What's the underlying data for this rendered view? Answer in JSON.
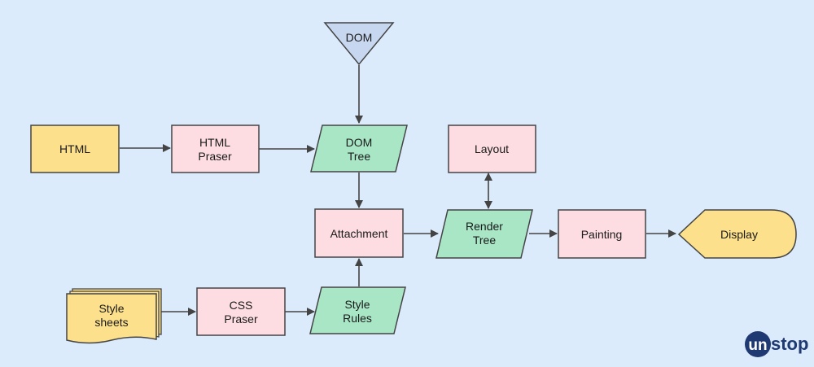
{
  "nodes": {
    "dom": {
      "label": "DOM"
    },
    "html": {
      "label": "HTML"
    },
    "html_parser": {
      "line1": "HTML",
      "line2": "Praser"
    },
    "dom_tree": {
      "line1": "DOM",
      "line2": "Tree"
    },
    "layout": {
      "label": "Layout"
    },
    "attachment": {
      "label": "Attachment"
    },
    "render_tree": {
      "line1": "Render",
      "line2": "Tree"
    },
    "painting": {
      "label": "Painting"
    },
    "display": {
      "label": "Display"
    },
    "style_sheets": {
      "line1": "Style",
      "line2": "sheets"
    },
    "css_parser": {
      "line1": "CSS",
      "line2": "Praser"
    },
    "style_rules": {
      "line1": "Style",
      "line2": "Rules"
    }
  },
  "logo": {
    "circle_text": "un",
    "rest_text": "stop"
  },
  "colors": {
    "background": "#dcebfc",
    "yellow": "#fde08c",
    "pink": "#fddde2",
    "green": "#a8e6c6",
    "triangle": "#c7d7f0",
    "stroke": "#444444",
    "logo": "#1f3a73"
  }
}
